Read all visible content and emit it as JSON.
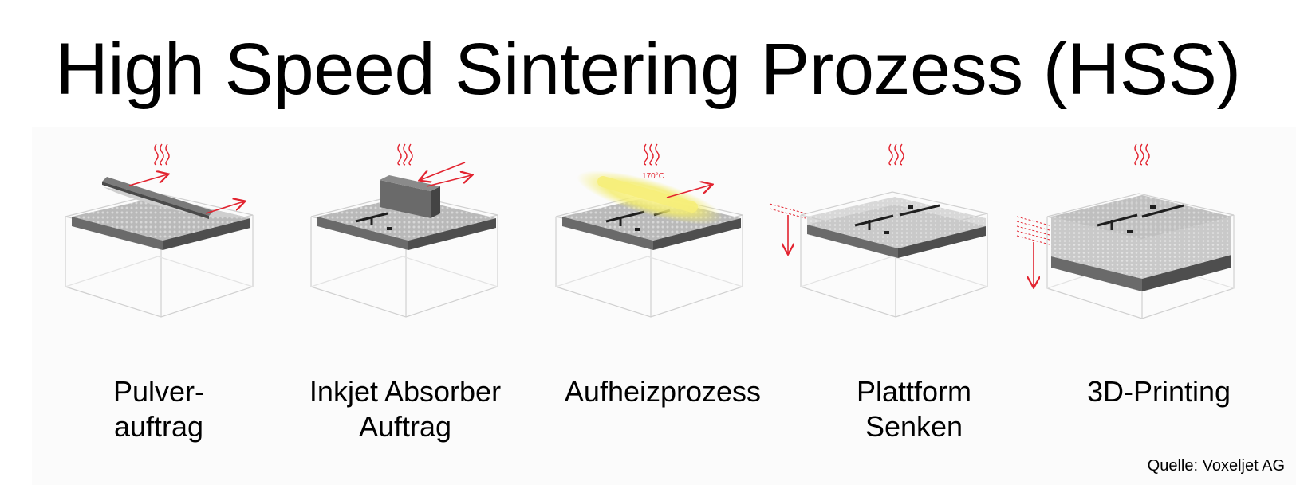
{
  "title": "High Speed Sintering Prozess (HSS)",
  "steps": [
    {
      "label": "Pulver-\nauftrag"
    },
    {
      "label": "Inkjet Absorber\nAuftrag"
    },
    {
      "label": "Aufheizprozess",
      "temperature": "170°C"
    },
    {
      "label": "Plattform\nSenken"
    },
    {
      "label": "3D-Printing"
    }
  ],
  "source": "Quelle: Voxeljet AG",
  "colors": {
    "accent": "#e2232f",
    "platform": "#5f5f5f",
    "powder": "#bdbdbd",
    "heat": "#f3ec6a"
  }
}
